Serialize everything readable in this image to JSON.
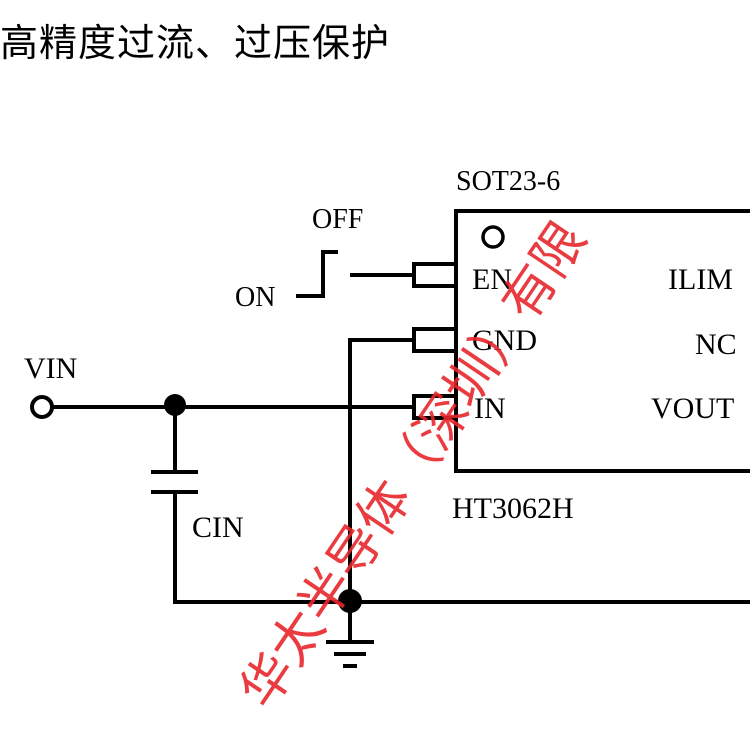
{
  "title": "高精度过流、过压保护",
  "schematic": {
    "package": "SOT23-6",
    "chip": "HT3062H",
    "pins_left": [
      "EN",
      "GND",
      "IN"
    ],
    "pins_right": [
      "ILIM",
      "NC",
      "VOUT"
    ],
    "switch_off": "OFF",
    "switch_on": "ON",
    "vin": "VIN",
    "cap": "CIN"
  },
  "watermark": "华太半导体（深圳）有限",
  "colors": {
    "wire": "#000000",
    "watermark": "#e8262b"
  }
}
